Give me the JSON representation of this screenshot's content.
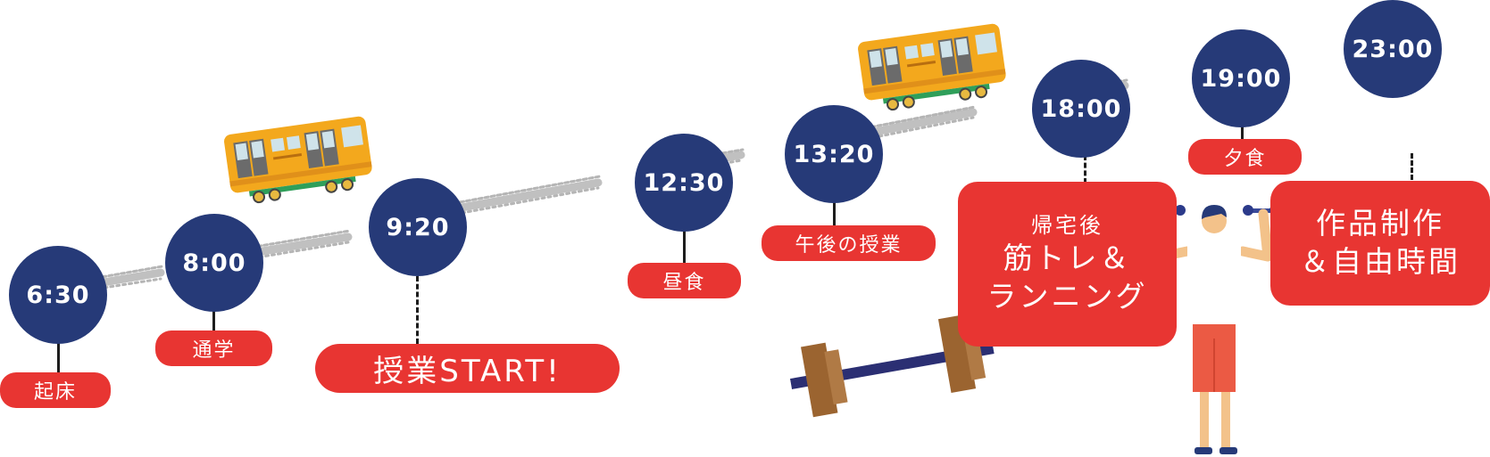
{
  "timeline": [
    {
      "time": "6:30",
      "label": "起床"
    },
    {
      "time": "8:00",
      "label": "通学"
    },
    {
      "time": "9:20",
      "label": "授業START!"
    },
    {
      "time": "12:30",
      "label": "昼食"
    },
    {
      "time": "13:20",
      "label": "午後の授業"
    },
    {
      "time": "18:00",
      "label_lines": [
        "帰宅後",
        "筋トレ＆",
        "ランニング"
      ]
    },
    {
      "time": "19:00",
      "label": "夕食"
    },
    {
      "time": "23:00",
      "label_lines": [
        "作品制作",
        "＆自由時間"
      ]
    }
  ],
  "colors": {
    "circle": "#263a78",
    "label": "#e83532",
    "path": "#b5b5b5",
    "train_body": "#f3a81d",
    "barbell_plate": "#9b6430"
  },
  "icons": [
    "train-icon",
    "barbell-icon",
    "person-exercising-icon"
  ]
}
